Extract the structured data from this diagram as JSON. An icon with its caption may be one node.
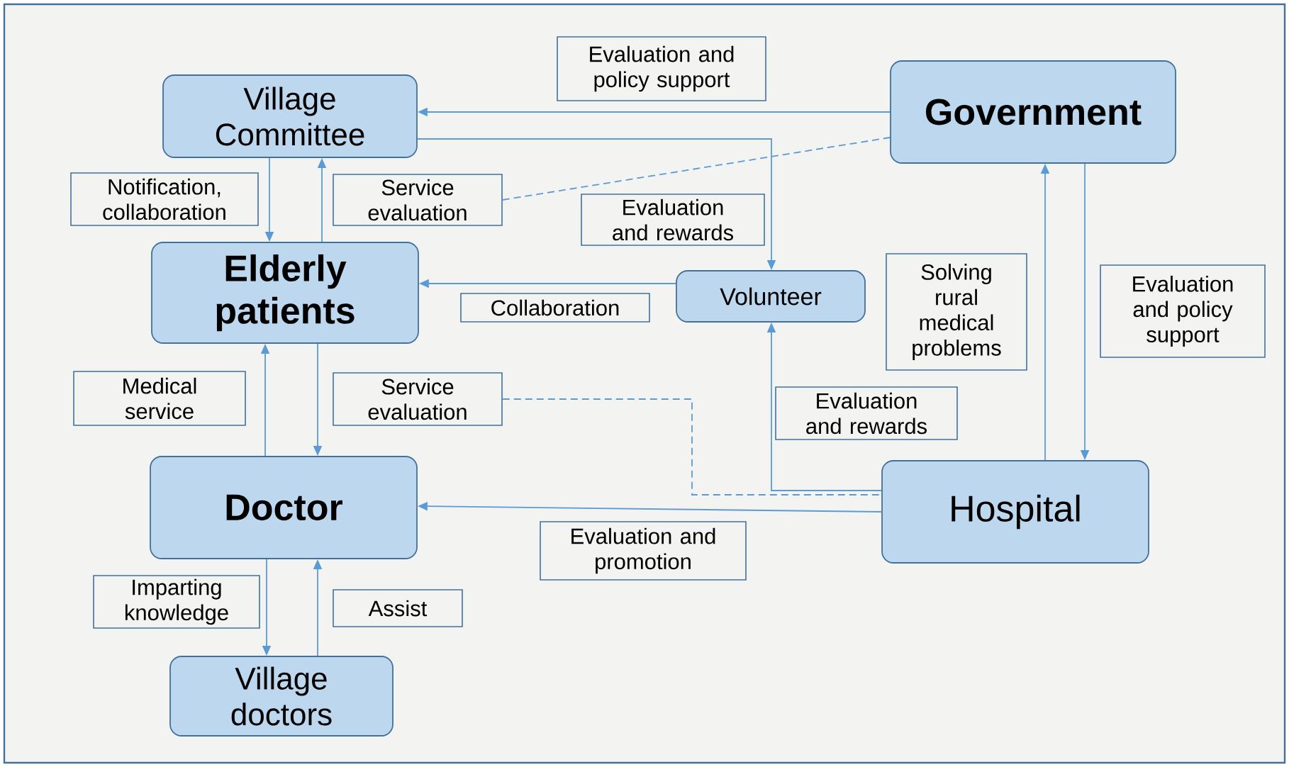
{
  "diagram": {
    "nodes": [
      {
        "text": [
          "Evaluation and policy support"
        ]
      },
      {
        "text": [
          "Village Committee"
        ]
      },
      {
        "text": [
          "Government"
        ]
      },
      {
        "text": [
          "Notification, collaboration"
        ]
      },
      {
        "text": [
          "Service evaluation"
        ]
      },
      {
        "text": [
          "Evaluation and rewards"
        ]
      },
      {
        "text": [
          "Elderly patients"
        ]
      },
      {
        "text": [
          "Collaboration"
        ]
      },
      {
        "text": [
          "Volunteer"
        ]
      },
      {
        "text": [
          "Solving rural medical problems"
        ]
      },
      {
        "text": [
          "Evaluation and policy support"
        ]
      },
      {
        "text": [
          "Medical service"
        ]
      },
      {
        "text": [
          "Service evaluation"
        ]
      },
      {
        "text": [
          "Evaluation and rewards"
        ]
      },
      {
        "text": [
          "Doctor"
        ]
      },
      {
        "text": [
          "Hospital"
        ]
      },
      {
        "text": [
          "Evaluation and promotion"
        ]
      },
      {
        "text": [
          "Imparting knowledge"
        ]
      },
      {
        "text": [
          "Assist"
        ]
      },
      {
        "text": [
          "Village doctors"
        ]
      }
    ],
    "edges": [
      {
        "from": 2,
        "to": 1,
        "arrow": "to"
      },
      {
        "from": 1,
        "to": 8,
        "arrow": "to"
      },
      {
        "from": 1,
        "to": 6,
        "arrow": "to"
      },
      {
        "from": 6,
        "to": 1,
        "arrow": "to"
      },
      {
        "from": 4,
        "to": 2,
        "arrow": "none",
        "style": "dashed"
      },
      {
        "from": 8,
        "to": 6,
        "arrow": "to"
      },
      {
        "from": 15,
        "to": 2,
        "arrow": "to"
      },
      {
        "from": 2,
        "to": 15,
        "arrow": "to"
      },
      {
        "from": 14,
        "to": 6,
        "arrow": "to"
      },
      {
        "from": 6,
        "to": 14,
        "arrow": "to"
      },
      {
        "from": 12,
        "to": 15,
        "arrow": "none",
        "style": "dashed"
      },
      {
        "from": 15,
        "to": 8,
        "arrow": "to"
      },
      {
        "from": 15,
        "to": 14,
        "arrow": "to"
      },
      {
        "from": 14,
        "to": 19,
        "arrow": "to"
      },
      {
        "from": 19,
        "to": 14,
        "arrow": "to"
      }
    ]
  }
}
